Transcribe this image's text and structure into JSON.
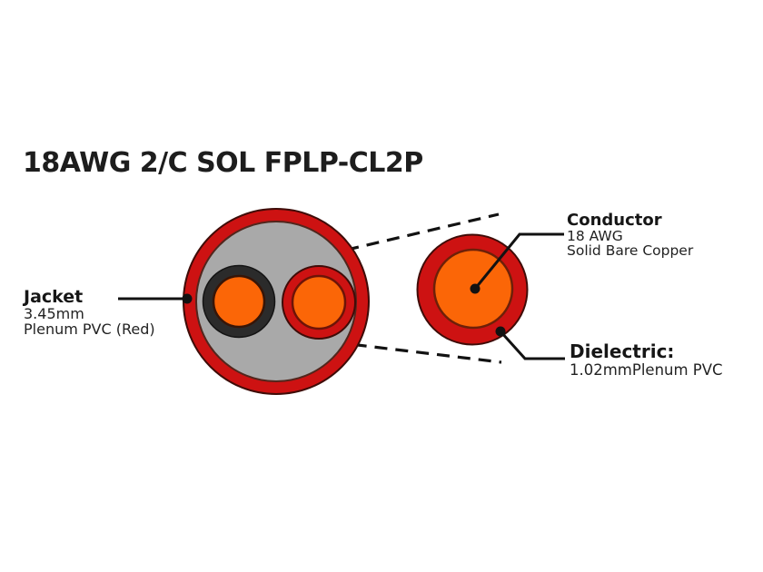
{
  "title": "18AWG 2/C SOL FPLP-CL2P",
  "callouts": {
    "jacket": {
      "heading": "Jacket",
      "spec": "3.45mm",
      "material": "Plenum PVC (Red)"
    },
    "conductor": {
      "heading": "Conductor",
      "spec": "18 AWG",
      "material": "Solid Bare Copper"
    },
    "dielectric": {
      "heading": "Dielectric:",
      "spec": "1.02mmPlenum PVC"
    }
  },
  "colors": {
    "jacket_red": "#cd1212",
    "filler_gray": "#a9a9a9",
    "insulation_black": "#2b2b2b",
    "copper_orange": "#fb6607",
    "leader_black": "#121212"
  }
}
